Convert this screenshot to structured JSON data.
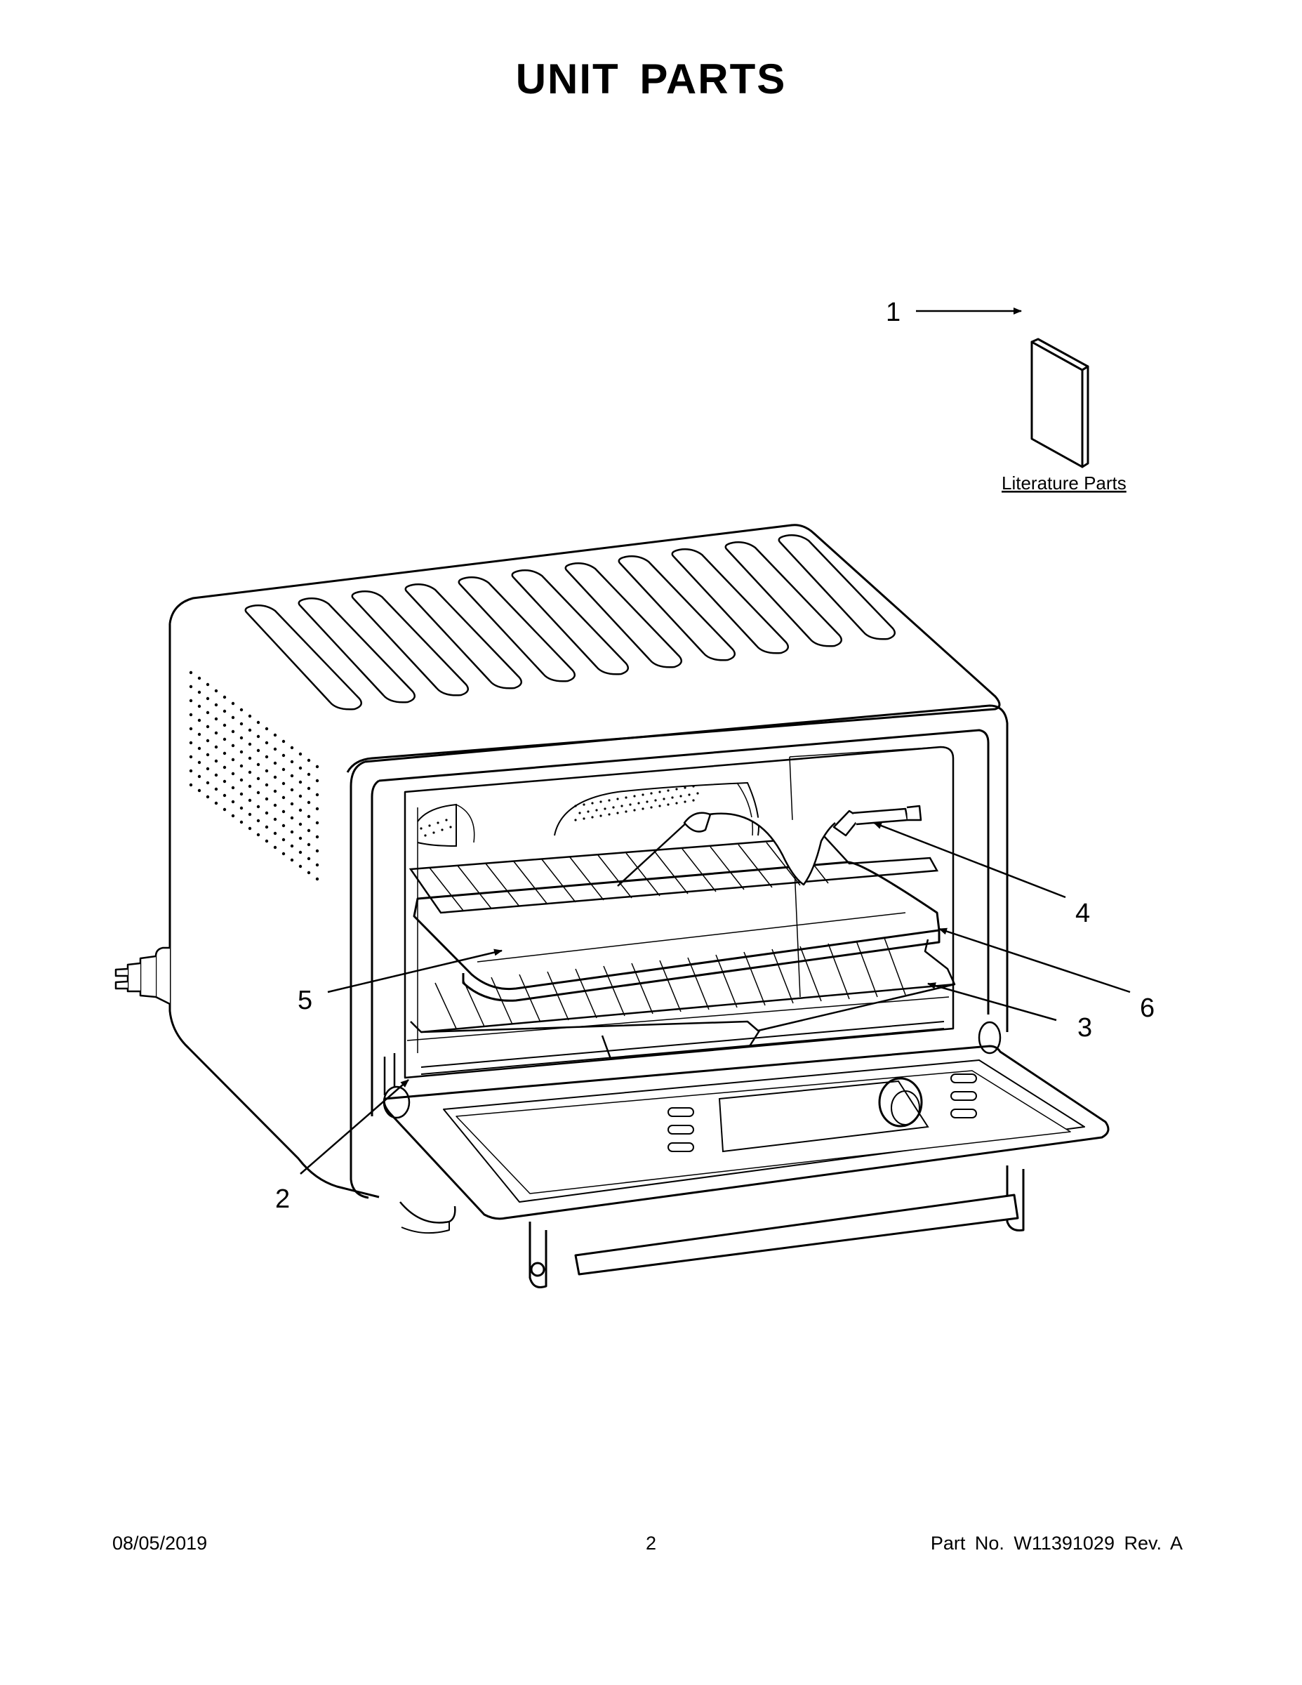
{
  "title": "UNIT PARTS",
  "literature_label": "Literature Parts",
  "callouts": {
    "c1": "1",
    "c2": "2",
    "c3": "3",
    "c4": "4",
    "c5": "5",
    "c6": "6"
  },
  "footer": {
    "date": "08/05/2019",
    "page": "2",
    "part_no": "Part No.  W11391029  Rev.  A"
  }
}
